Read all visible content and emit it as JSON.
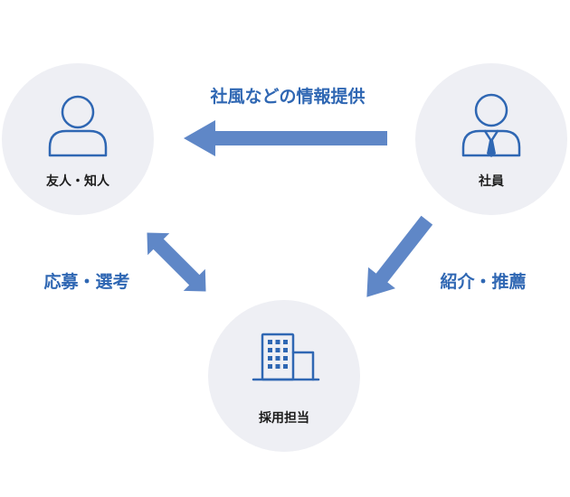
{
  "nodes": {
    "friend": {
      "label": "友人・知人",
      "icon": "person-icon"
    },
    "employee": {
      "label": "社員",
      "icon": "businessperson-icon"
    },
    "recruiter": {
      "label": "採用担当",
      "icon": "office-building-icon"
    }
  },
  "edges": {
    "info": {
      "label": "社風などの情報提供",
      "direction": "employee-to-friend"
    },
    "apply": {
      "label": "応募・選考",
      "direction": "bidirectional"
    },
    "referral": {
      "label": "紹介・推薦",
      "direction": "employee-to-recruiter"
    }
  },
  "colors": {
    "accent": "#2f67b3",
    "arrow": "#5f87c7",
    "circle": "#eeeff4",
    "label": "#1c1c1c"
  }
}
